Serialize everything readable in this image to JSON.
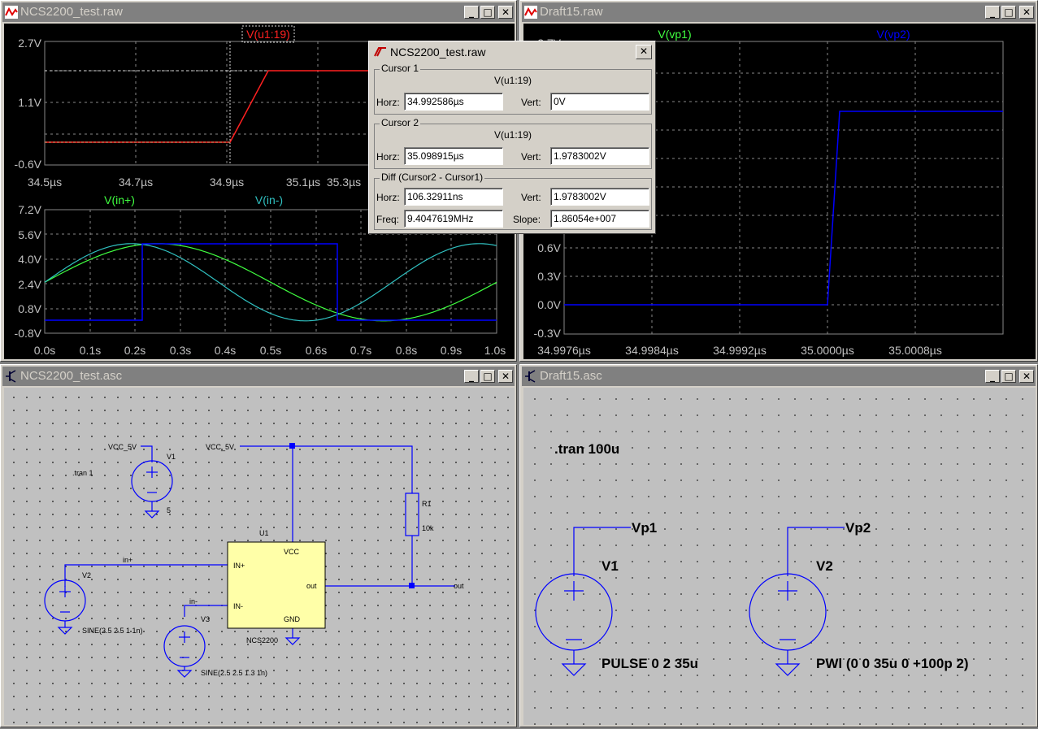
{
  "windows": {
    "raw1": {
      "title": "NCS2200_test.raw"
    },
    "raw2": {
      "title": "Draft15.raw"
    },
    "asc1": {
      "title": "NCS2200_test.asc"
    },
    "asc2": {
      "title": "Draft15.asc"
    }
  },
  "plot1_top": {
    "trace": "V(u1:19)",
    "yticks": [
      "2.7V",
      "1.1V",
      "-0.6V"
    ],
    "xticks": [
      "34.5µs",
      "34.7µs",
      "34.9µs",
      "35.1µs",
      "35.3µs"
    ],
    "color": "#ff2020"
  },
  "plot1_bottom": {
    "traces": [
      "V(in+)",
      "V(in-)"
    ],
    "yticks": [
      "7.2V",
      "5.6V",
      "4.0V",
      "2.4V",
      "0.8V",
      "-0.8V"
    ],
    "xticks": [
      "0.0s",
      "0.1s",
      "0.2s",
      "0.3s",
      "0.4s",
      "0.5s",
      "0.6s",
      "0.7s",
      "0.8s",
      "0.9s",
      "1.0s"
    ]
  },
  "plot2": {
    "traces": [
      "V(vp1)",
      "V(vp2)"
    ],
    "yticks": [
      "2.7V",
      "0.6V",
      "0.3V",
      "0.0V",
      "-0.3V"
    ],
    "xticks": [
      "34.9976µs",
      "34.9984µs",
      "34.9992µs",
      "35.0000µs",
      "35.0008µs"
    ]
  },
  "dialog": {
    "title": "NCS2200_test.raw",
    "cursor1": {
      "label": "Cursor 1",
      "signal": "V(u1:19)",
      "horz_label": "Horz:",
      "horz": "34.992586µs",
      "vert_label": "Vert:",
      "vert": "0V"
    },
    "cursor2": {
      "label": "Cursor 2",
      "signal": "V(u1:19)",
      "horz_label": "Horz:",
      "horz": "35.098915µs",
      "vert_label": "Vert:",
      "vert": "1.9783002V"
    },
    "diff": {
      "label": "Diff (Cursor2 - Cursor1)",
      "horz_label": "Horz:",
      "horz": "106.32911ns",
      "vert_label": "Vert:",
      "vert": "1.9783002V",
      "freq_label": "Freq:",
      "freq": "9.4047619MHz",
      "slope_label": "Slope:",
      "slope": "1.86054e+007"
    }
  },
  "schematic1": {
    "tran": ".tran 1",
    "vcc_label_1": "VCC_5V",
    "vcc_label_2": "VCC_5V",
    "v1": "V1",
    "v1_value": "5",
    "v2": "V2",
    "v2_value": "SINE(2.5 2.5 1 1n)",
    "v3": "V3",
    "v3_value": "SINE(2.5 2.5 1.3 1n)",
    "net_inp": "in+",
    "net_inm": "in-",
    "net_out": "out",
    "r1": "R1",
    "r1_value": "10k",
    "u1": "U1",
    "u1_model": "NCS2200",
    "pin_inp": "IN+",
    "pin_inm": "IN-",
    "pin_vcc": "VCC",
    "pin_gnd": "GND",
    "pin_out": "out"
  },
  "schematic2": {
    "tran": ".tran 100u",
    "vp1": "Vp1",
    "vp2": "Vp2",
    "v1": "V1",
    "v2": "V2",
    "v1_value": "PULSE 0 2 35u",
    "v2_value": "PWl (0 0 35u 0 +100p 2)"
  },
  "colors": {
    "green": "#40ff40",
    "cyan": "#30c0c0",
    "blue": "#0000ff",
    "red": "#ff2020",
    "wire": "#0000ff",
    "body": "#ffffa8"
  }
}
